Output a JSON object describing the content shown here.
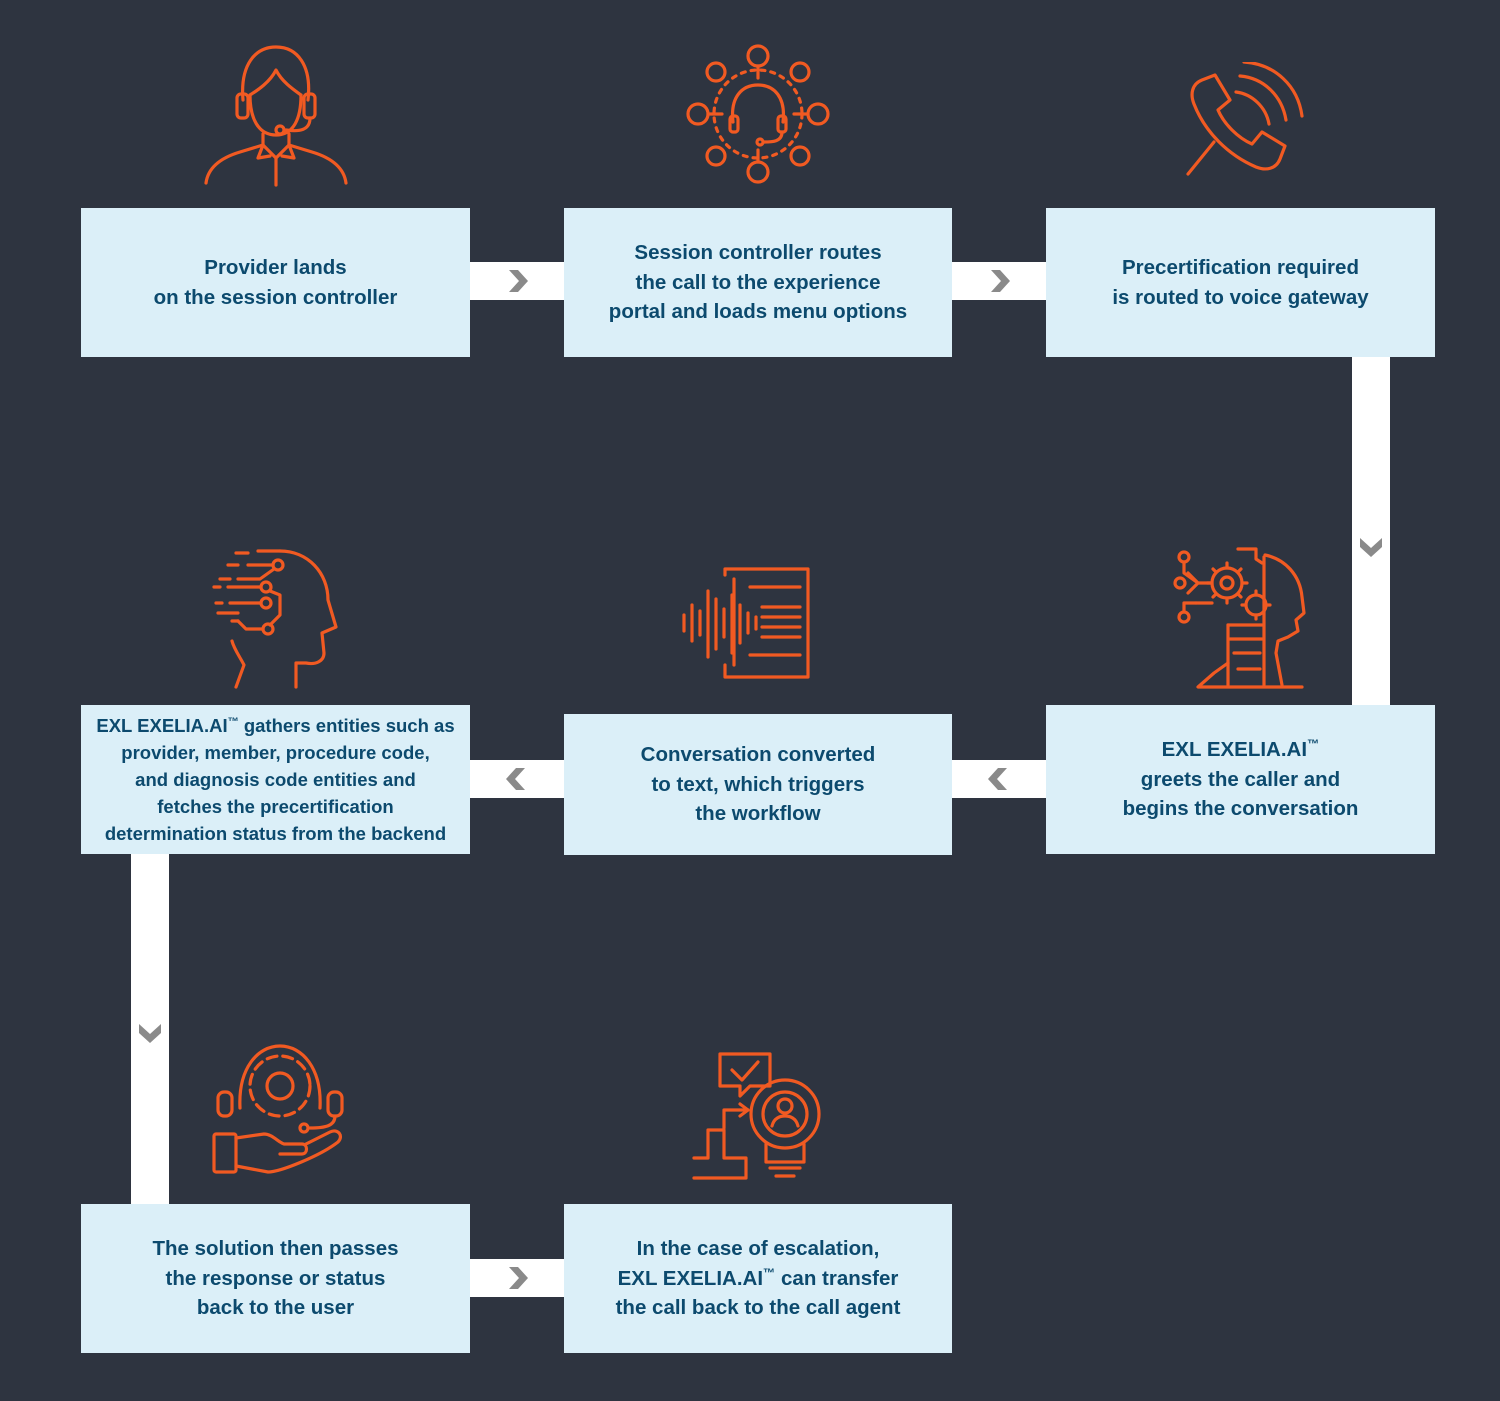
{
  "colors": {
    "background": "#2e3440",
    "box_fill": "#dbeff8",
    "box_text": "#0c4a6e",
    "icon_accent": "#f15a22",
    "connector": "#ffffff",
    "arrow": "#8a8a8a"
  },
  "steps": [
    {
      "icon": "call-agent-headset-icon",
      "lines": [
        "Provider lands",
        "on the session controller"
      ]
    },
    {
      "icon": "session-network-headset-icon",
      "lines": [
        "Session controller routes",
        "the call to the experience",
        "portal and loads menu options"
      ]
    },
    {
      "icon": "phone-ringing-icon",
      "lines": [
        "Precertification required",
        "is routed to voice gateway"
      ]
    },
    {
      "icon": "ai-head-gears-icon",
      "brand": "EXL EXELIA.AI",
      "tm": "™",
      "lines": [
        "greets the caller and",
        "begins the conversation"
      ]
    },
    {
      "icon": "voice-to-text-icon",
      "lines": [
        "Conversation converted",
        "to text, which triggers",
        "the workflow"
      ]
    },
    {
      "icon": "ai-brain-circuit-icon",
      "brand": "EXL EXELIA.AI",
      "tm": "™",
      "brand_tail": " gathers entities such as",
      "lines": [
        "provider, member, procedure code,",
        "and diagnosis code entities and",
        "fetches the precertification",
        "determination status from the backend"
      ]
    },
    {
      "icon": "support-gear-hand-icon",
      "lines": [
        "The solution then passes",
        "the response or status",
        "back to the user"
      ]
    },
    {
      "icon": "escalation-agent-bulb-icon",
      "line1": "In the case of escalation,",
      "brand": "EXL EXELIA.AI",
      "tm": "™",
      "brand_tail": " can transfer",
      "lines": [
        "the call back to the call agent"
      ]
    }
  ]
}
